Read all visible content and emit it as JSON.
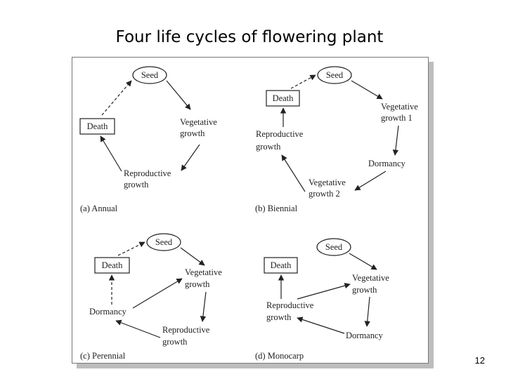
{
  "title": "Four life cycles of flowering plant",
  "page_number": "12",
  "panels": {
    "annual": {
      "caption": "(a) Annual",
      "seed": "Seed",
      "death": "Death",
      "vegetative_line1": "Vegetative",
      "vegetative_line2": "growth",
      "reproductive_line1": "Reproductive",
      "reproductive_line2": "growth"
    },
    "biennial": {
      "caption": "(b) Biennial",
      "seed": "Seed",
      "death": "Death",
      "veg1_line1": "Vegetative",
      "veg1_line2": "growth 1",
      "dormancy": "Dormancy",
      "veg2_line1": "Vegetative",
      "veg2_line2": "growth 2",
      "reproductive_line1": "Reproductive",
      "reproductive_line2": "growth"
    },
    "perennial": {
      "caption": "(c) Perennial",
      "seed": "Seed",
      "death": "Death",
      "vegetative_line1": "Vegetative",
      "vegetative_line2": "growth",
      "dormancy": "Dormancy",
      "reproductive_line1": "Reproductive",
      "reproductive_line2": "growth"
    },
    "monocarp": {
      "caption": "(d) Monocarp",
      "seed": "Seed",
      "death": "Death",
      "vegetative_line1": "Vegetative",
      "vegetative_line2": "growth",
      "reproductive_line1": "Reproductive",
      "reproductive_line2": "growth",
      "dormancy": "Dormancy"
    }
  }
}
